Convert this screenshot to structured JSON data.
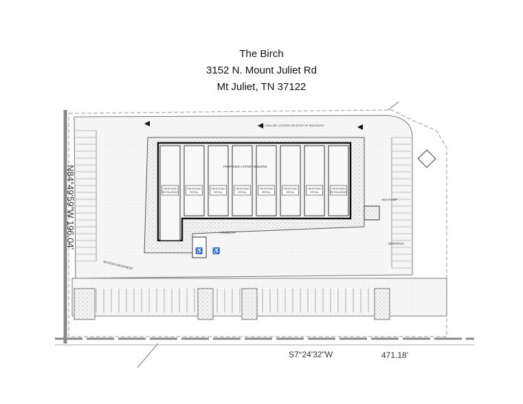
{
  "header": {
    "name": "The Birch",
    "address_line1": "3152 N. Mount Juliet Rd",
    "address_line2": "Mt Juliet, TN 37122"
  },
  "plan": {
    "bearing_west": "N84°49'59\"W 196.04'",
    "bearing_south": "S7°24'32\"W",
    "distance_south": "471.18'",
    "building_note": "PROPOSED 1-STORY BUILDING",
    "hvac_note": "HVAC WILL BE LOCATED ON ROOF OF BUILDINGS",
    "access_easement": "ACCESS EASEMENT",
    "ada_ramp": "ADA RAMP",
    "sidewalk": "SIDEWALK",
    "handicap": "HANDICAP",
    "units": [
      "PROPOSED RESTAURANT",
      "PROPOSED RETAIL",
      "PROPOSED RETAIL",
      "PROPOSED RETAIL",
      "PROPOSED RETAIL",
      "PROPOSED RETAIL",
      "PROPOSED RETAIL",
      "PROPOSED RESTAURANT"
    ]
  }
}
